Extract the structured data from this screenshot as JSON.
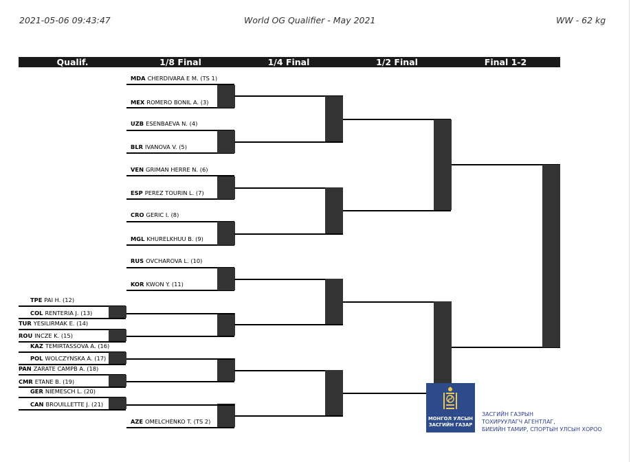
{
  "header": {
    "timestamp": "2021-05-06 09:43:47",
    "event": "World OG Qualifier - May 2021",
    "category": "WW - 62 kg"
  },
  "rounds": [
    "Qualif.",
    "1/8 Final",
    "1/4 Final",
    "1/2 Final",
    "Final 1-2"
  ],
  "eighth": [
    {
      "country": "MDA",
      "name": "CHERDIVARA E M. (TS 1)"
    },
    {
      "country": "MEX",
      "name": "ROMERO BONIL A. (3)"
    },
    {
      "country": "UZB",
      "name": "ESENBAEVA N. (4)"
    },
    {
      "country": "BLR",
      "name": "IVANOVA V. (5)"
    },
    {
      "country": "VEN",
      "name": "GRIMAN HERRE N. (6)"
    },
    {
      "country": "ESP",
      "name": "PEREZ TOURIN L. (7)"
    },
    {
      "country": "CRO",
      "name": "GERIC I. (8)"
    },
    {
      "country": "MGL",
      "name": "KHURELKHUU B. (9)"
    },
    {
      "country": "RUS",
      "name": "OVCHAROVA L. (10)"
    },
    {
      "country": "KOR",
      "name": "KWON Y. (11)"
    },
    {
      "country": "AZE",
      "name": "OMELCHENKO T. (TS 2)"
    }
  ],
  "qualif": [
    {
      "country": "TPE",
      "name": "PAI H. (12)"
    },
    {
      "country": "COL",
      "name": "RENTERIA J. (13)"
    },
    {
      "country": "TUR",
      "name": "YESILIRMAK E. (14)"
    },
    {
      "country": "ROU",
      "name": "INCZE K. (15)"
    },
    {
      "country": "KAZ",
      "name": "TEMIRTASSOVA A. (16)"
    },
    {
      "country": "POL",
      "name": "WOLCZYNSKA A. (17)"
    },
    {
      "country": "PAN",
      "name": "ZARATE CAMPB A. (18)"
    },
    {
      "country": "CMR",
      "name": "ETANE B. (19)"
    },
    {
      "country": "GER",
      "name": "NIEMESCH L. (20)"
    },
    {
      "country": "CAN",
      "name": "BROUILLETTE J. (21)"
    }
  ],
  "logo": {
    "line1": "МОНГОЛ УЛСЫН",
    "line2": "ЗАСГИЙН ГАЗАР",
    "color": "#2d4a8a"
  },
  "agency": {
    "line1": "ЗАСГИЙН ГАЗРЫН",
    "line2": "ТОХИРУУЛАГЧ АГЕНТЛАГ,",
    "line3": "БИЕИЙН ТАМИР, СПОРТЫН УЛСЫН ХОРОО"
  }
}
